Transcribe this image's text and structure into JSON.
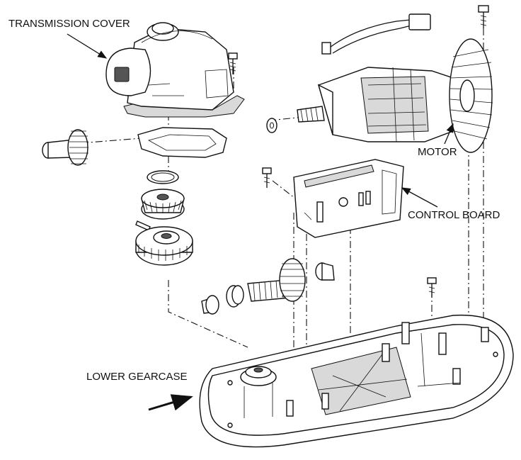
{
  "labels": {
    "transmission_cover": "TRANSMISSION COVER",
    "motor": "MOTOR",
    "control_board": "CONTROL BOARD",
    "lower_gearcase": "LOWER GEARCASE"
  },
  "colors": {
    "line": "#111111",
    "background": "#ffffff",
    "shade": "#d9d9d9"
  }
}
